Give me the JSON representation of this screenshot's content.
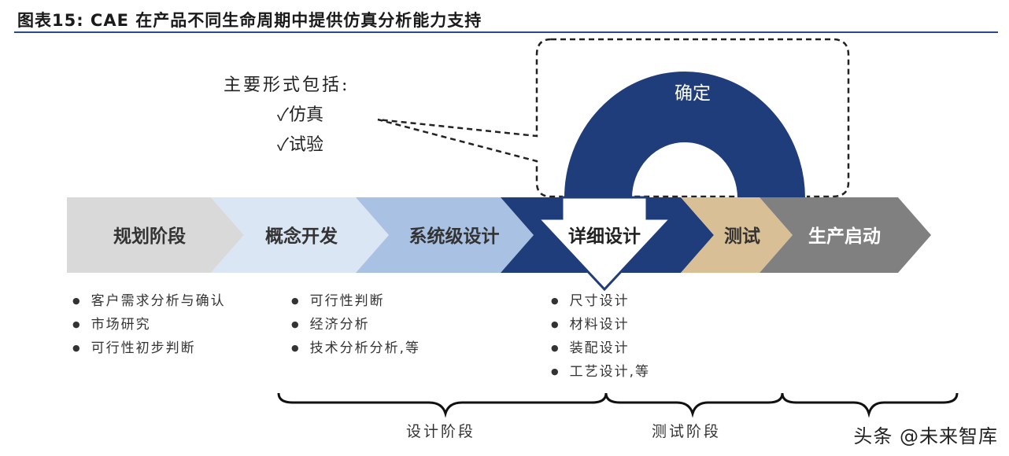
{
  "title": "图表15:   CAE 在产品不同生命周期中提供仿真分析能力支持",
  "bubble": {
    "heading": "主要形式包括:",
    "items": [
      "✓仿真",
      "✓试验"
    ]
  },
  "loop_label": "确定",
  "stages": [
    {
      "label": "规划阶段",
      "fill": "#d9d9d9",
      "text_color": "#333333"
    },
    {
      "label": "概念开发",
      "fill": "#dbe6f4",
      "text_color": "#333333"
    },
    {
      "label": "系统级设计",
      "fill": "#a9c1e3",
      "text_color": "#333333"
    },
    {
      "label": "详细设计",
      "fill": "#1f3d7a",
      "text_color": "#222222"
    },
    {
      "label": "测试",
      "fill": "#d9bf95",
      "text_color": "#333333"
    },
    {
      "label": "生产启动",
      "fill": "#808080",
      "text_color": "#ffffff"
    }
  ],
  "lists": {
    "planning": [
      "客户需求分析与确认",
      "市场研究",
      "可行性初步判断"
    ],
    "concept": [
      "可行性判断",
      "经济分析",
      "技术分析分析,等"
    ],
    "detail": [
      "尺寸设计",
      "材料设计",
      "装配设计",
      "工艺设计,等"
    ]
  },
  "phases": {
    "design": "设计阶段",
    "test": "测试阶段"
  },
  "watermark": "头条 @未来智库",
  "colors": {
    "navy": "#1f3d7a",
    "title_rule": "#2a4a8a"
  }
}
